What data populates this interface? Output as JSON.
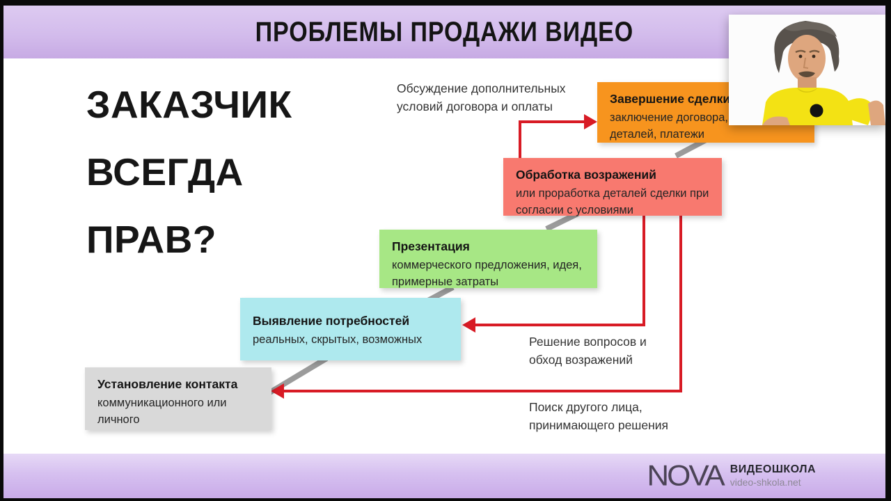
{
  "header": {
    "title": "ПРОБЛЕМЫ ПРОДАЖИ ВИДЕО"
  },
  "main": {
    "question_lines": [
      "ЗАКАЗЧИК",
      "ВСЕГДА",
      "ПРАВ?"
    ],
    "stages": [
      {
        "title": "Установление контакта",
        "body": "коммуникационного или личного",
        "color": "#d9d9d9"
      },
      {
        "title": "Выявление потребностей",
        "body": "реальных, скрытых, возможных",
        "color": "#aee9ee"
      },
      {
        "title": "Презентация",
        "body": "коммерческого предложения, идея, примерные затраты",
        "color": "#a7e785"
      },
      {
        "title": "Обработка возражений",
        "body": "или проработка деталей сделки при согласии с условиями",
        "color": "#f8796f"
      },
      {
        "title": "Завершение сделки",
        "body": "заключение договора, уточнения деталей, платежи",
        "color": "#f7941e"
      }
    ],
    "annotations": [
      "Обсуждение дополнительных условий договора и оплаты",
      "Решение вопросов и обход возражений",
      "Поиск другого лица, принимающего решения"
    ],
    "colors": {
      "arrow_red": "#d81b25",
      "stair_gray": "#9b9b9b"
    }
  },
  "webcam": {
    "shirt_color": "#f3e214",
    "background": "#fcfcfc"
  },
  "footer": {
    "brand": "NOVA",
    "school": "ВИДЕОШКОЛА",
    "site": "video-shkola.net"
  }
}
